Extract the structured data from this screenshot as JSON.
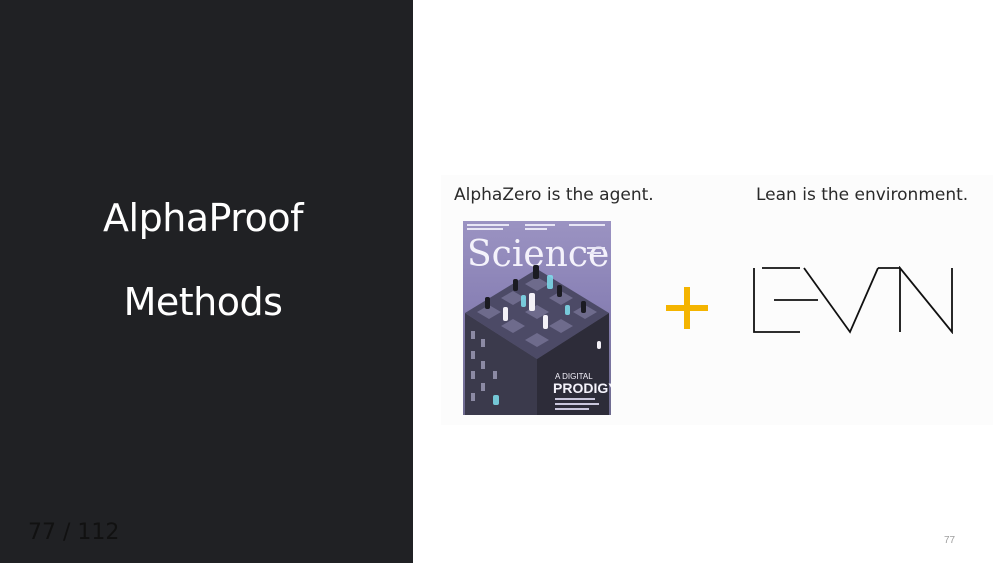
{
  "slide": {
    "title_line1": "AlphaProof",
    "title_line2": "Methods",
    "counter": "77 / 112",
    "slide_number": "77"
  },
  "figure": {
    "caption_left": "AlphaZero is the agent.",
    "caption_right": "Lean is the environment.",
    "cover": {
      "masthead": "Science",
      "headline_small": "A DIGITAL",
      "headline_big": "PRODIGY"
    },
    "plus_icon": "plus-icon",
    "logo_icon": "lean-logo",
    "accent_color": "#f4b400"
  }
}
